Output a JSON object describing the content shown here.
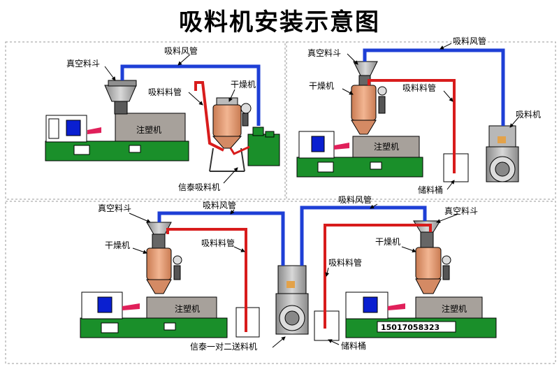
{
  "title": "吸料机安装示意图",
  "colors": {
    "air_pipe": "#1e3fd6",
    "material_pipe": "#d81c1c",
    "machine_base": "#1a8f2a",
    "dryer_body": "#e9a27a",
    "gray": "#a9a9a9",
    "blue_window": "#0a1fd0"
  },
  "panels": {
    "top_left": {
      "vacuum_hopper": "真空料斗",
      "air_pipe": "吸料风管",
      "material_pipe": "吸料料管",
      "dryer": "干燥机",
      "injection_machine": "注塑机",
      "loader": "信泰吸料机"
    },
    "top_right": {
      "vacuum_hopper": "真空料斗",
      "air_pipe": "吸料风管",
      "dryer": "干燥机",
      "material_pipe": "吸料料管",
      "loader": "吸料机",
      "storage_bin": "储料桶",
      "injection_machine": "注塑机"
    },
    "bottom_left": {
      "vacuum_hopper": "真空料斗",
      "air_pipe": "吸料风管",
      "dryer": "干燥机",
      "material_pipe": "吸料料管",
      "injection_machine": "注塑机"
    },
    "bottom_right": {
      "air_pipe": "吸料风管",
      "vacuum_hopper": "真空料斗",
      "dryer": "干燥机",
      "material_pipe": "吸料料管",
      "injection_machine": "注塑机",
      "phone": "15017058323",
      "storage_bin": "储料桶"
    },
    "center": {
      "loader": "信泰一对二送料机"
    }
  }
}
